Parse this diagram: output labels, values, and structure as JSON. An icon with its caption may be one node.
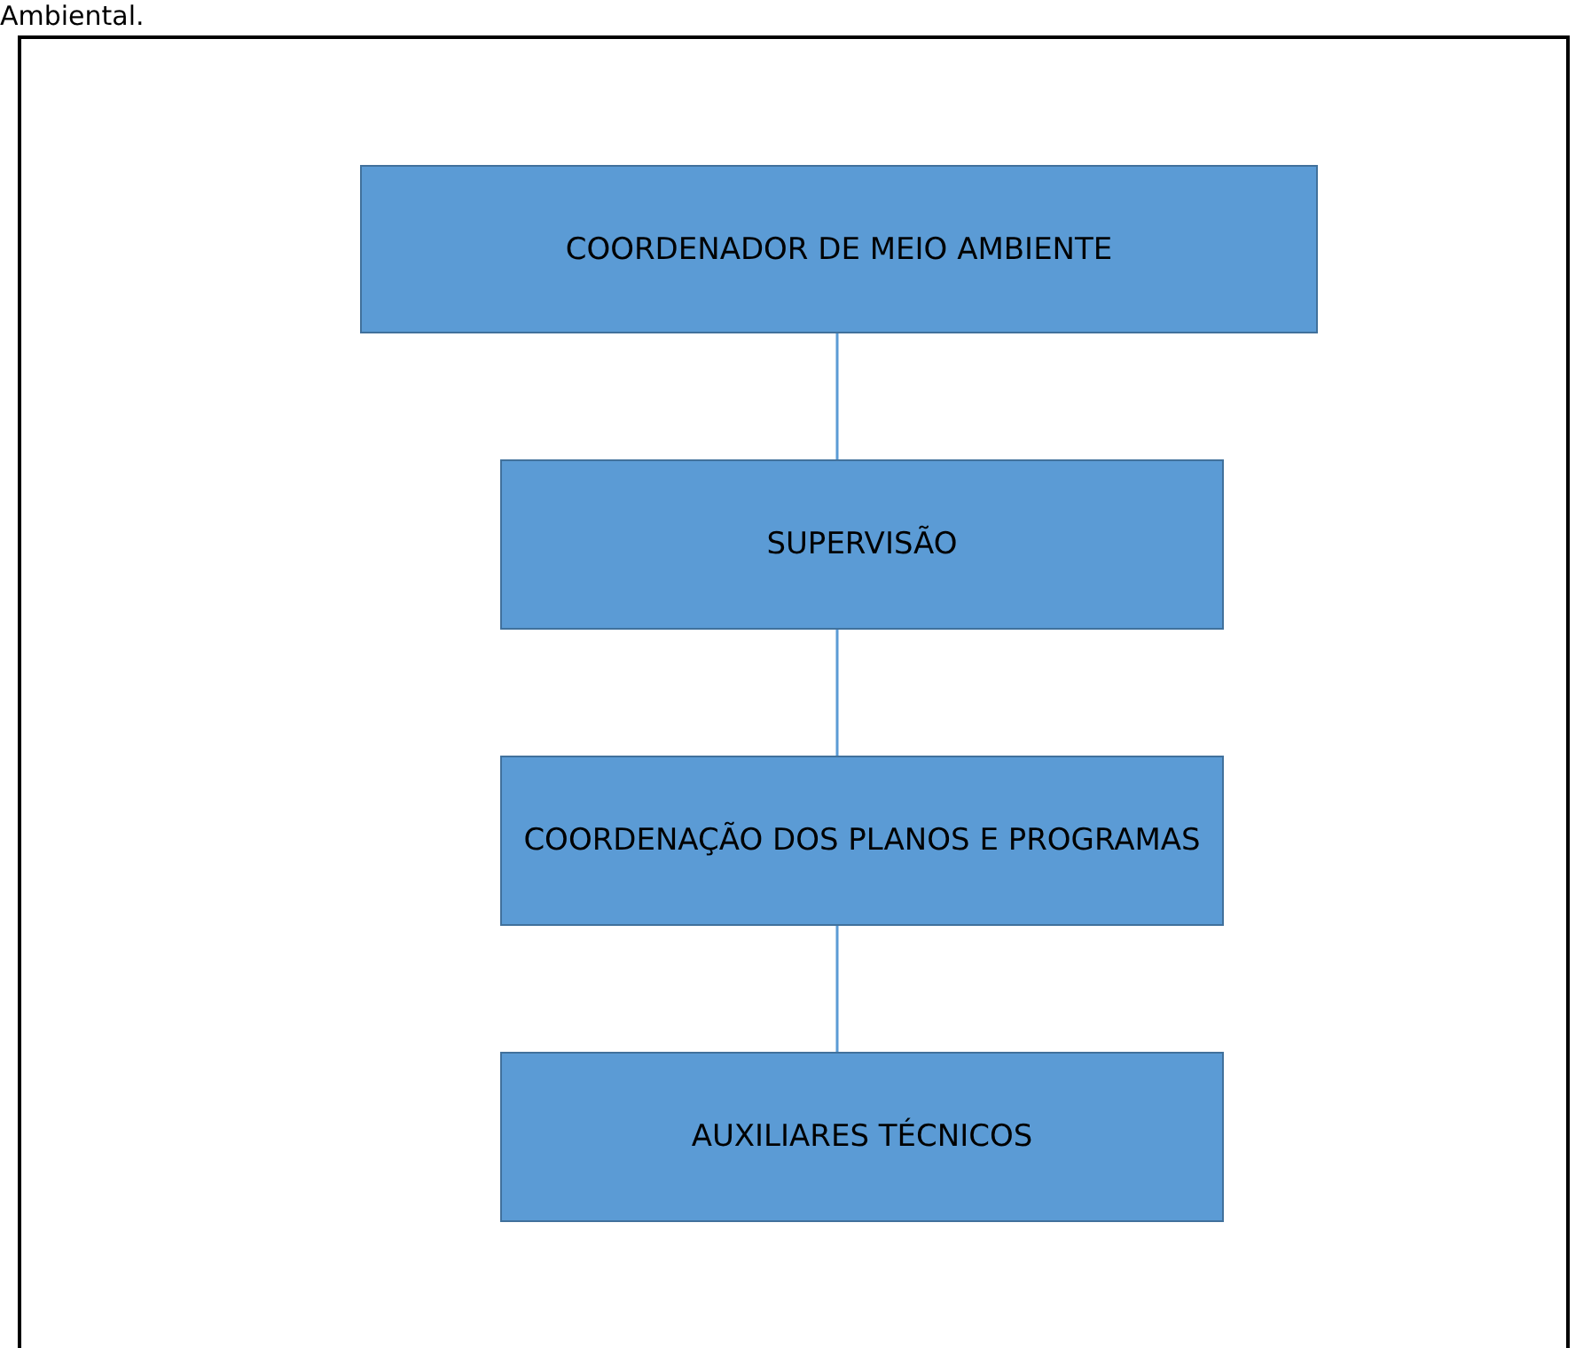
{
  "diagram": {
    "nodes": [
      {
        "text": [
          "COORDENADOR DE MEIO AMBIENTE"
        ]
      },
      {
        "text": [
          "SUPERVISÃO"
        ]
      },
      {
        "text": [
          "COORDENAÇÃO DOS PLANOS E PROGRAMAS"
        ]
      },
      {
        "text": [
          "AUXILIARES TÉCNICOS"
        ]
      }
    ],
    "edges": [
      {
        "from": 0,
        "to": 1,
        "arrow": "none"
      },
      {
        "from": 1,
        "to": 2,
        "arrow": "none"
      },
      {
        "from": 2,
        "to": 3,
        "arrow": "none"
      }
    ],
    "labels": [
      "Ambiental."
    ]
  }
}
